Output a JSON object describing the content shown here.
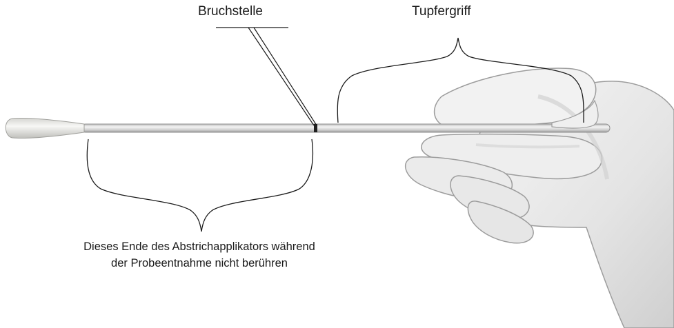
{
  "labels": {
    "breakpoint": "Bruchstelle",
    "grip": "Tupfergriff",
    "warning_line1": "Dieses Ende des Abstrichapplikators während",
    "warning_line2": "der Probeentnahme nicht berühren"
  },
  "colors": {
    "line": "#1a1a1a",
    "swab_tip": "#e9e9e6",
    "shaft": "#d4d4d4",
    "glove": "#ededed",
    "glove_shadow": "#c6c6c6"
  },
  "icons": [
    "swab-applicator-icon",
    "gloved-hand-icon"
  ]
}
